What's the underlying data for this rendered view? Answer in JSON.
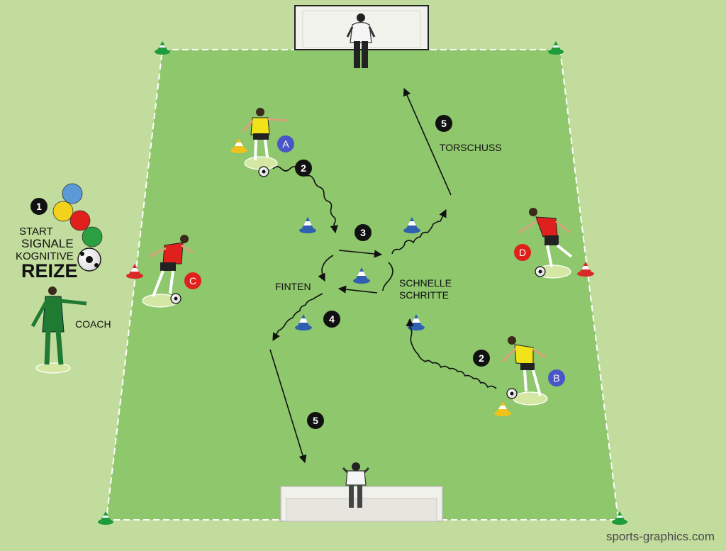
{
  "colors": {
    "background": "#c2dc9d",
    "pitch": "#8ec76c",
    "line": "#ffffff",
    "marker_black": "#111111",
    "team_yellow": "#f2e21a",
    "team_red": "#e0201d",
    "label_blue": "#4a56c8",
    "label_red": "#e0201d",
    "coach_green": "#1f7a32",
    "cone_blue": "#2f5fb0",
    "cone_red": "#d82b27",
    "cone_yellow": "#f0c21a",
    "cone_green": "#1e9b3a"
  },
  "signals": {
    "marker": "1",
    "circle_colors": [
      "#5b9ad6",
      "#f2d21a",
      "#e0201d",
      "#2aa040"
    ],
    "lines": [
      "START",
      "SIGNALE",
      "KOGNITIVE",
      "REIZE"
    ]
  },
  "coach": {
    "label": "COACH"
  },
  "players": [
    {
      "id": "A",
      "team": "yellow"
    },
    {
      "id": "B",
      "team": "yellow"
    },
    {
      "id": "C",
      "team": "red"
    },
    {
      "id": "D",
      "team": "red"
    }
  ],
  "steps": [
    "2",
    "2",
    "3",
    "4",
    "5",
    "5"
  ],
  "labels": {
    "finten": "FINTEN",
    "schnelle": "SCHNELLE",
    "schritte": "SCHRITTE",
    "torschuss": "TORSCHUSS"
  },
  "watermark": "sports-graphics.com"
}
